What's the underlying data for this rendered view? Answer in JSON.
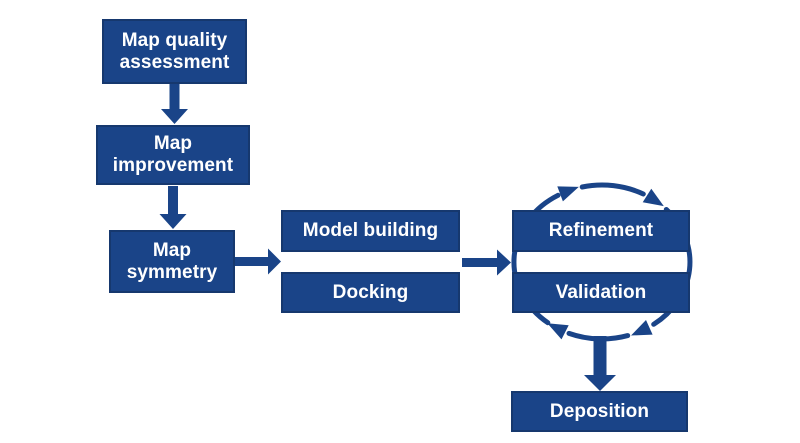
{
  "colors": {
    "background": "#ffffff",
    "box_fill": "#1a4488",
    "box_border": "#16386e",
    "box_text": "#ffffff",
    "arrow": "#1a4488"
  },
  "nodes": {
    "map_quality": {
      "text": "Map quality\nassessment"
    },
    "map_improvement": {
      "text": "Map\nimprovement"
    },
    "map_symmetry": {
      "text": "Map\nsymmetry"
    },
    "model_building": {
      "text": "Model building"
    },
    "docking": {
      "text": "Docking"
    },
    "refinement": {
      "text": "Refinement"
    },
    "validation": {
      "text": "Validation"
    },
    "deposition": {
      "text": "Deposition"
    }
  }
}
